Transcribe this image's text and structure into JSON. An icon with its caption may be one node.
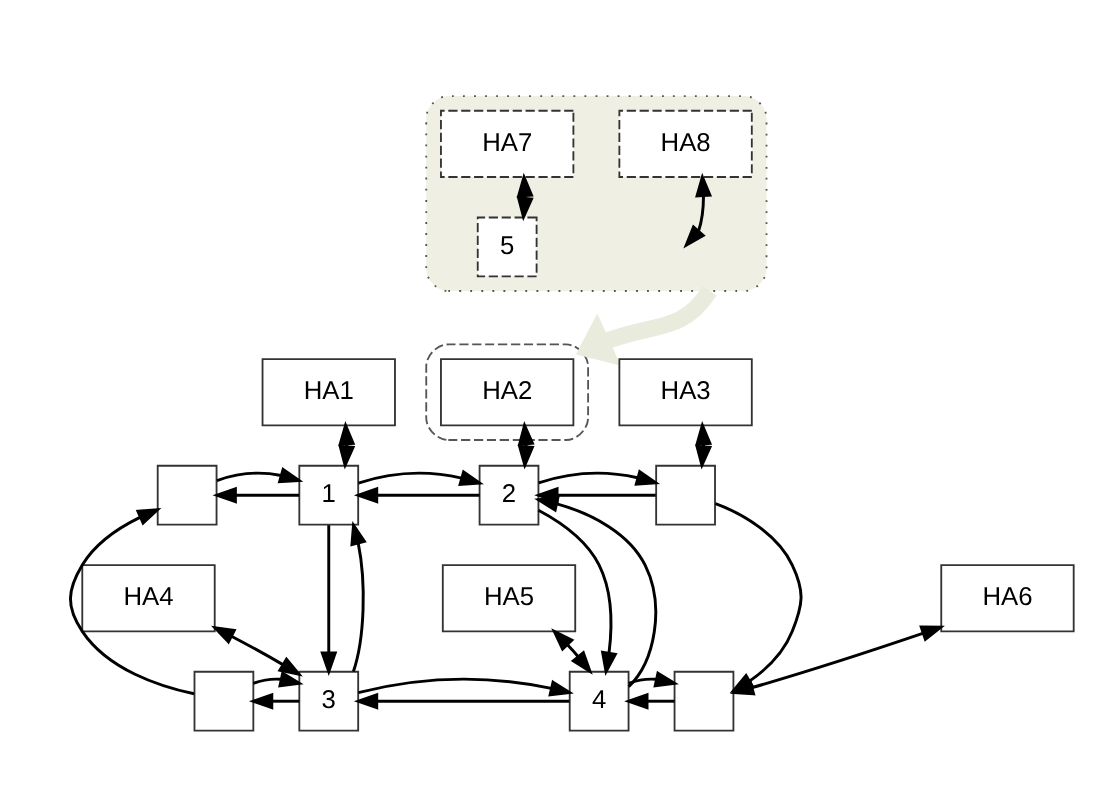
{
  "diagram": {
    "nodes": [
      {
        "text": [],
        "shape": "box"
      },
      {
        "text": [
          "HA7"
        ],
        "in": 0
      },
      {
        "text": [
          "HA8"
        ],
        "in": 0
      },
      {
        "text": [
          "5"
        ],
        "in": 0
      },
      {
        "text": [],
        "shape": "box"
      },
      {
        "text": [
          "HA1"
        ]
      },
      {
        "text": [
          "HA2"
        ],
        "in": 4
      },
      {
        "text": [
          "HA3"
        ]
      },
      {
        "text": [],
        "shape": "box"
      },
      {
        "text": [
          "1"
        ]
      },
      {
        "text": [
          "2"
        ]
      },
      {
        "text": [],
        "shape": "box"
      },
      {
        "text": [
          "HA4"
        ]
      },
      {
        "text": [
          "HA5"
        ]
      },
      {
        "text": [
          "HA6"
        ]
      },
      {
        "text": [],
        "shape": "box"
      },
      {
        "text": [
          "3"
        ]
      },
      {
        "text": [
          "4"
        ]
      },
      {
        "text": [],
        "shape": "box"
      }
    ],
    "edges": [
      {
        "from": 1,
        "to": 3,
        "arrow": "both"
      },
      {
        "from": 2,
        "to": null,
        "arrow": "both"
      },
      {
        "from": 0,
        "to": 4,
        "arrow": "to",
        "style": "thick",
        "color": "#e9ebdc"
      },
      {
        "from": 5,
        "to": 9,
        "arrow": "both"
      },
      {
        "from": 6,
        "to": 10,
        "arrow": "both"
      },
      {
        "from": 7,
        "to": 11,
        "arrow": "both"
      },
      {
        "from": 9,
        "to": 8,
        "arrow": "to"
      },
      {
        "from": 8,
        "to": 9,
        "arrow": "to"
      },
      {
        "from": 10,
        "to": 9,
        "arrow": "to"
      },
      {
        "from": 9,
        "to": 10,
        "arrow": "to"
      },
      {
        "from": 11,
        "to": 10,
        "arrow": "to"
      },
      {
        "from": 10,
        "to": 11,
        "arrow": "to"
      },
      {
        "from": 9,
        "to": 16,
        "arrow": "to"
      },
      {
        "from": 16,
        "to": 9,
        "arrow": "to"
      },
      {
        "from": 10,
        "to": 17,
        "arrow": "to"
      },
      {
        "from": 17,
        "to": 10,
        "arrow": "to"
      },
      {
        "from": 15,
        "to": 8,
        "arrow": "to"
      },
      {
        "from": 11,
        "to": 18,
        "arrow": "to"
      },
      {
        "from": 12,
        "to": 16,
        "arrow": "both"
      },
      {
        "from": 13,
        "to": 17,
        "arrow": "both"
      },
      {
        "from": 14,
        "to": 18,
        "arrow": "both"
      },
      {
        "from": 16,
        "to": 15,
        "arrow": "to"
      },
      {
        "from": 15,
        "to": 16,
        "arrow": "to"
      },
      {
        "from": 17,
        "to": 16,
        "arrow": "to"
      },
      {
        "from": 16,
        "to": 17,
        "arrow": "to"
      },
      {
        "from": 18,
        "to": 17,
        "arrow": "to"
      },
      {
        "from": 17,
        "to": 18,
        "arrow": "to"
      }
    ]
  }
}
